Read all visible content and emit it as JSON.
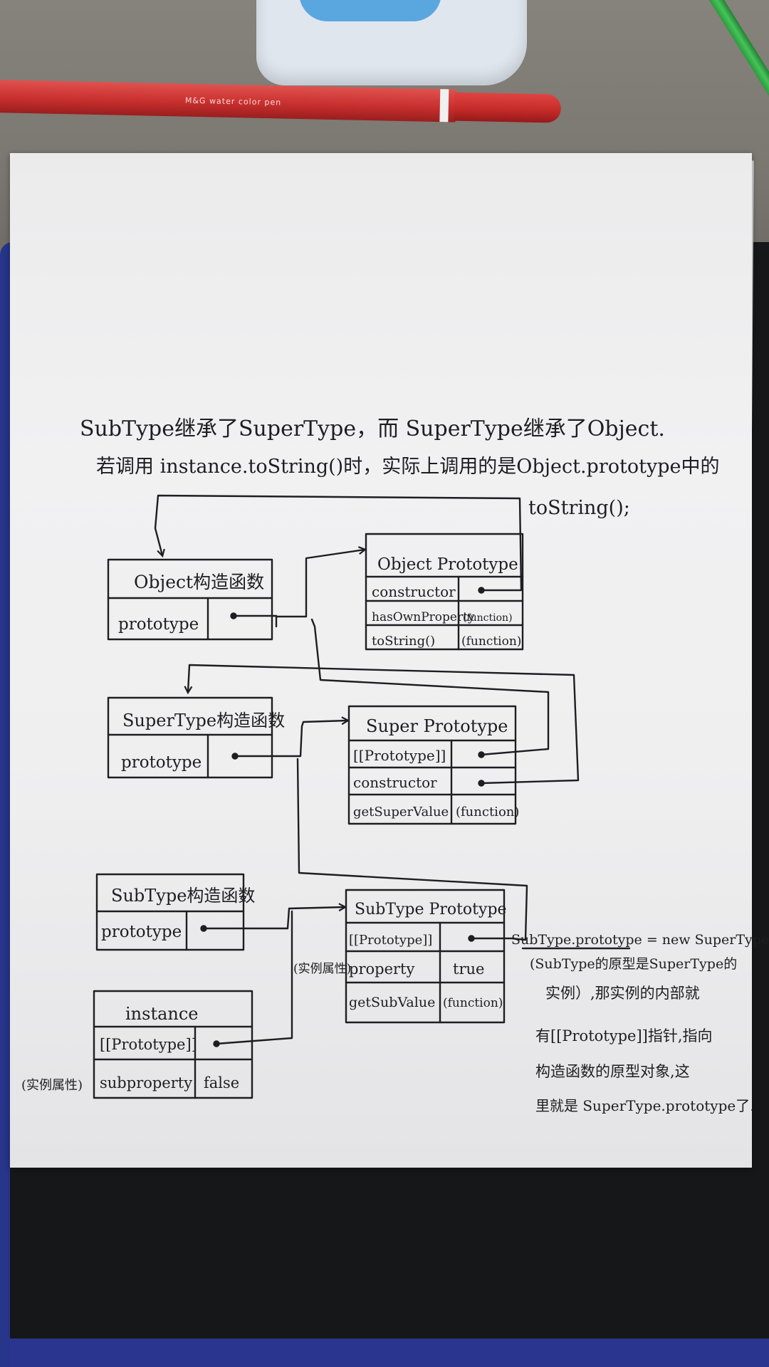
{
  "scene": {
    "pen_brand_text": "M&G  water color pen"
  },
  "notes": {
    "line1": "SubType继承了SuperType，而 SuperType继承了Object.",
    "line2": "若调用 instance.toString()时，实际上调用的是Object.prototype中的",
    "line3": "toString();"
  },
  "object_ctor": {
    "title": "Object构造函数",
    "row_label": "prototype"
  },
  "object_proto": {
    "title": "Object Prototype",
    "rows": [
      {
        "label": "constructor",
        "value": ""
      },
      {
        "label": "hasOwnProperty",
        "value": "(function)"
      },
      {
        "label": "toString()",
        "value": "(function)"
      }
    ]
  },
  "super_ctor": {
    "title": "SuperType构造函数",
    "row_label": "prototype"
  },
  "super_proto": {
    "title": "Super Prototype",
    "rows": [
      {
        "label": "[[Prototype]]",
        "value": ""
      },
      {
        "label": "constructor",
        "value": ""
      },
      {
        "label": "getSuperValue",
        "value": "(function)"
      }
    ]
  },
  "sub_ctor": {
    "title": "SubType构造函数",
    "row_label": "prototype"
  },
  "sub_proto": {
    "title": "SubType Prototype",
    "rows": [
      {
        "label": "[[Prototype]]",
        "value": ""
      },
      {
        "label": "property",
        "value": "true"
      },
      {
        "label": "getSubValue",
        "value": "(function)"
      }
    ],
    "side_label": "(实例属性)"
  },
  "instance": {
    "title": "instance",
    "rows": [
      {
        "label": "[[Prototype]]",
        "value": ""
      },
      {
        "label": "subproperty",
        "value": "false"
      }
    ],
    "side_label": "(实例属性)"
  },
  "annotation": {
    "line1": "SubType.prototype = new SuperType()",
    "line2": "(SubType的原型是SuperType的",
    "line3": "实例）,那实例的内部就",
    "line4": "有[[Prototype]]指针,指向",
    "line5": "构造函数的原型对象,这",
    "line6": "里就是 SuperType.prototype了."
  }
}
